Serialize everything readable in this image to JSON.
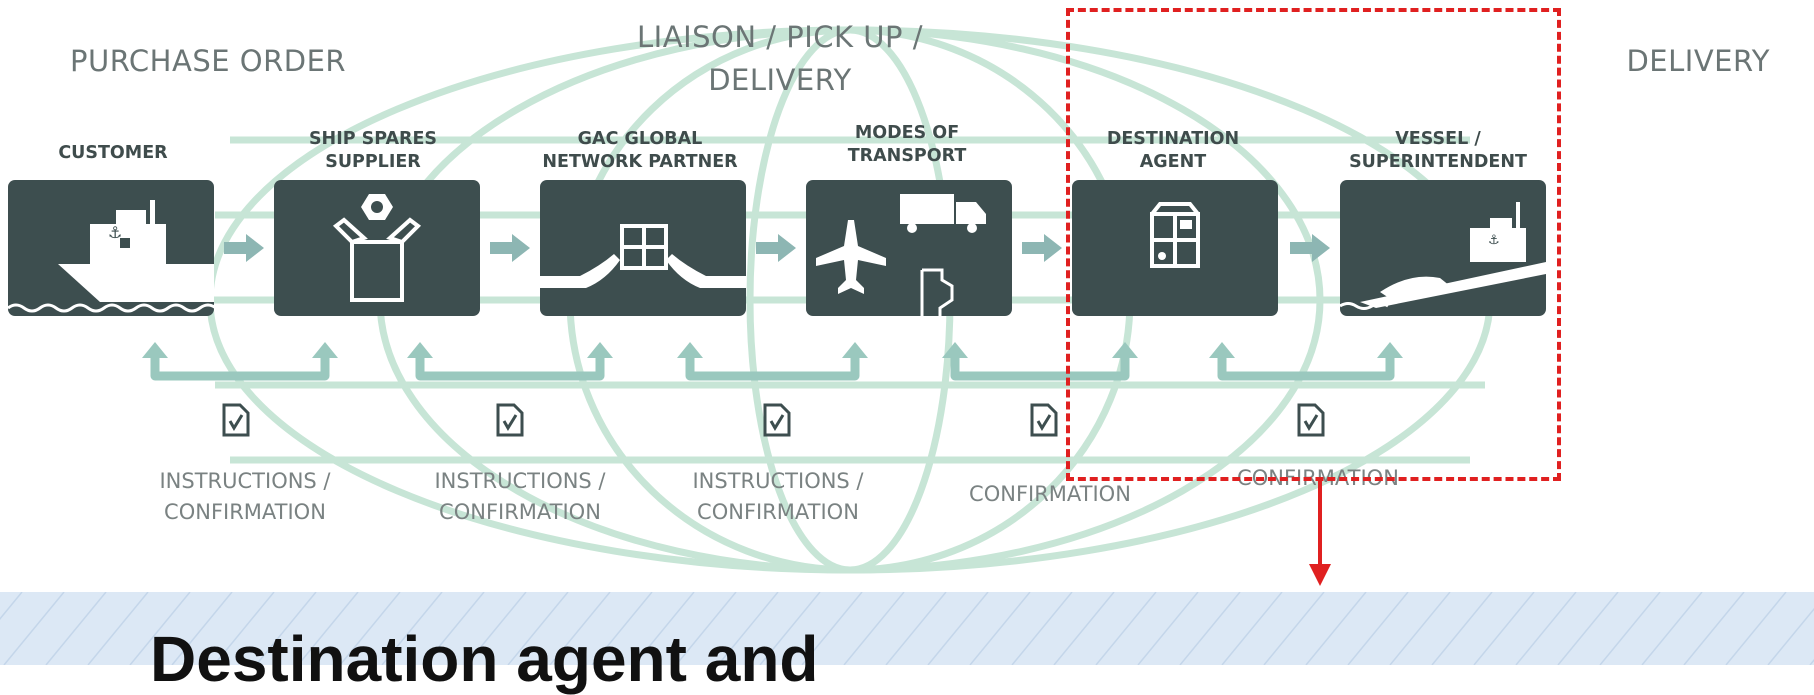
{
  "phases": {
    "purchase_order": "PURCHASE ORDER",
    "liaison_line1": "LIAISON / PICK UP /",
    "liaison_line2": "DELIVERY",
    "delivery": "DELIVERY"
  },
  "actors": [
    {
      "id": "customer",
      "line1": "CUSTOMER",
      "line2": "",
      "icon": "ship-icon"
    },
    {
      "id": "ship-spares-supplier",
      "line1": "SHIP SPARES",
      "line2": "SUPPLIER",
      "icon": "spare-parts-box-icon"
    },
    {
      "id": "gac-global-network-partner",
      "line1": "GAC GLOBAL",
      "line2": "NETWORK PARTNER",
      "icon": "handover-package-icon"
    },
    {
      "id": "modes-of-transport",
      "line1": "MODES OF",
      "line2": "TRANSPORT",
      "icon": "transport-icon"
    },
    {
      "id": "destination-agent",
      "line1": "DESTINATION",
      "line2": "AGENT",
      "icon": "labelled-package-icon"
    },
    {
      "id": "vessel-superintendent",
      "line1": "VESSEL /",
      "line2": "SUPERINTENDENT",
      "icon": "vessel-icon"
    }
  ],
  "documents": [
    {
      "line1": "INSTRUCTIONS /",
      "line2": "CONFIRMATION",
      "icon": "checked-document-icon"
    },
    {
      "line1": "INSTRUCTIONS /",
      "line2": "CONFIRMATION",
      "icon": "checked-document-icon"
    },
    {
      "line1": "INSTRUCTIONS /",
      "line2": "CONFIRMATION",
      "icon": "checked-document-icon"
    },
    {
      "line1": "CONFIRMATION",
      "line2": "",
      "icon": "checked-document-icon"
    },
    {
      "line1": "CONFIRMATION",
      "line2": "",
      "icon": "checked-document-icon"
    }
  ],
  "bottom_caption": "Destination agent and",
  "colors": {
    "box": "#3d4e4f",
    "arrow": "#8db6b3",
    "globe": "#bfe0cf",
    "highlight": "#e02020",
    "band": "#dce8f5"
  }
}
